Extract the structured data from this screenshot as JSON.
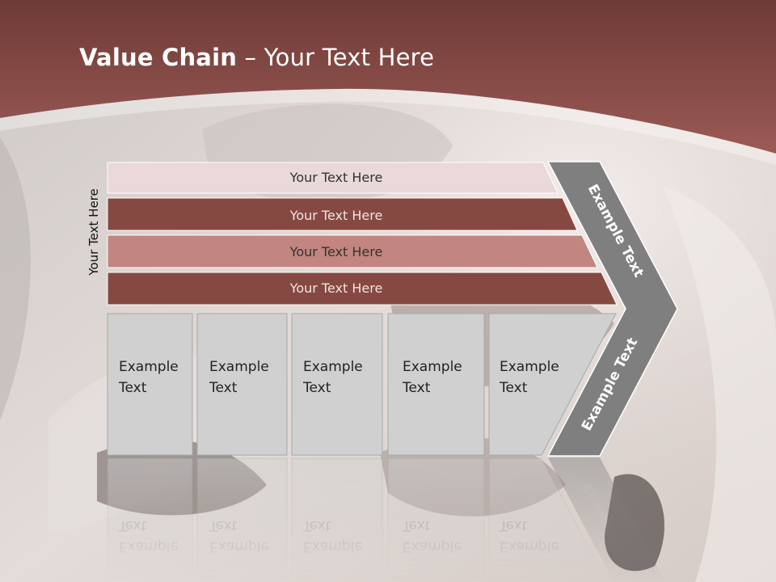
{
  "slide": {
    "title_bold": "Value Chain",
    "title_rest": " – Your Text Here",
    "side_label": "Your Text Here"
  },
  "bars": [
    {
      "label": "Your Text Here",
      "fill": "#ead9d8",
      "text_color": "#333333"
    },
    {
      "label": "Your Text Here",
      "fill": "#d5aaa6",
      "text_color": "#333333"
    },
    {
      "label": "Your Text Here",
      "fill": "#c2857f",
      "text_color": "#333333"
    },
    {
      "label": "Your Text Here",
      "fill": "#864942",
      "text_color": "#f1e3e1"
    }
  ],
  "boxes": [
    {
      "line1": "Example",
      "line2": "Text"
    },
    {
      "line1": "Example",
      "line2": "Text"
    },
    {
      "line1": "Example",
      "line2": "Text"
    },
    {
      "line1": "Example",
      "line2": "Text"
    },
    {
      "line1": "Example",
      "line2": "Text"
    }
  ],
  "arrow": {
    "upper_label": "Example Text",
    "lower_label": "Example Text",
    "color": "#7f7f7f"
  },
  "colors": {
    "header": "#8e4b47",
    "box_fill": "#d0d0d0",
    "box_stroke": "#a8a8a8"
  }
}
